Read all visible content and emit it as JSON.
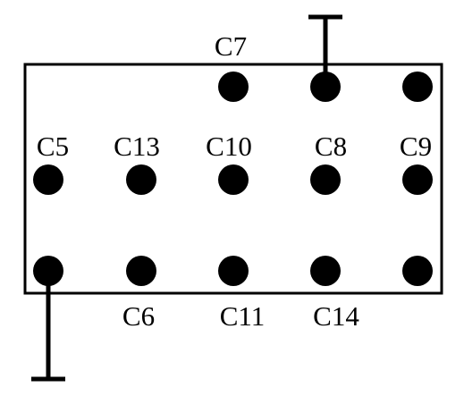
{
  "diagram": {
    "ink_color": "#000000",
    "background_color": "#ffffff",
    "labels": {
      "c7": "C7",
      "c5": "C5",
      "c13": "C13",
      "c10": "C10",
      "c8": "C8",
      "c9": "C9",
      "c6": "C6",
      "c11": "C11",
      "c14": "C14"
    }
  }
}
